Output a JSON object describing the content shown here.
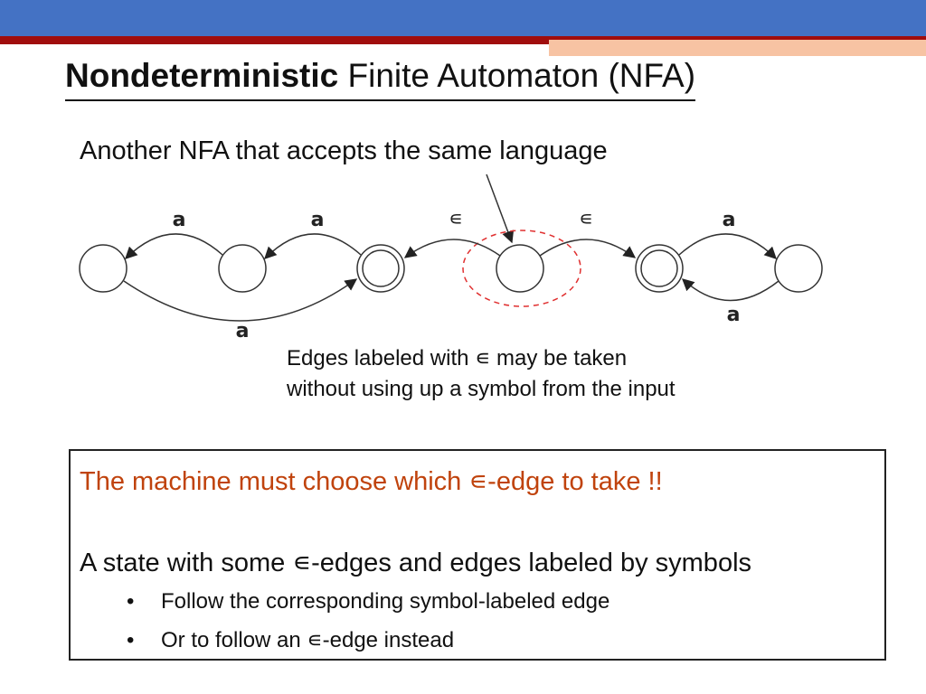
{
  "title": {
    "bold": "Nondeterministic",
    "rest": " Finite Automaton (NFA)"
  },
  "subtitle": "Another NFA that accepts the same language",
  "diagram": {
    "edge_labels": {
      "a1": "a",
      "a2": "a",
      "a3": "a",
      "eps_left": "∊",
      "eps_right": "∊",
      "a4": "a",
      "a5": "a"
    }
  },
  "note": {
    "line1": "Edges labeled with ∊ may be taken",
    "line2": "without using up a symbol from the input"
  },
  "box": {
    "line1": "The machine must choose which ∊-edge to take !!",
    "line2": "A state with some ∊-edges and edges labeled by symbols",
    "bullets": [
      "Follow the corresponding symbol-labeled edge",
      "Or to follow an ∊-edge instead"
    ]
  },
  "colors": {
    "header_blue": "#4472c4",
    "header_red": "#a00d0d",
    "header_peach": "#f7c3a3",
    "highlight_red": "#c0430d",
    "dashed_circle": "#e03030"
  }
}
